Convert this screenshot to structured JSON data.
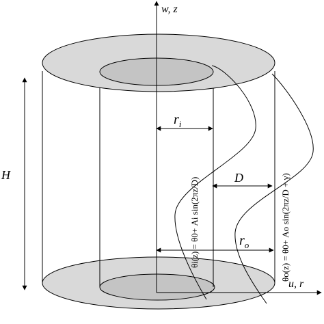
{
  "labels": {
    "vertical_axis": "w, z",
    "horizontal_axis": "u, r",
    "height": "H",
    "inner_radius": "r",
    "inner_radius_sub": "i",
    "outer_radius": "r",
    "outer_radius_sub": "o",
    "amplitude_gap": "D"
  },
  "equations": {
    "inner": "θi(z) = θ0+ Ai sin(2πz/D)",
    "outer": "θo(z) = θ0+ Ao sin(2πz/D + γ)"
  },
  "colors": {
    "ring_fill": "#d9d9d9",
    "hole_fill": "#c4c4c4",
    "line": "#000000",
    "background": "#ffffff"
  }
}
